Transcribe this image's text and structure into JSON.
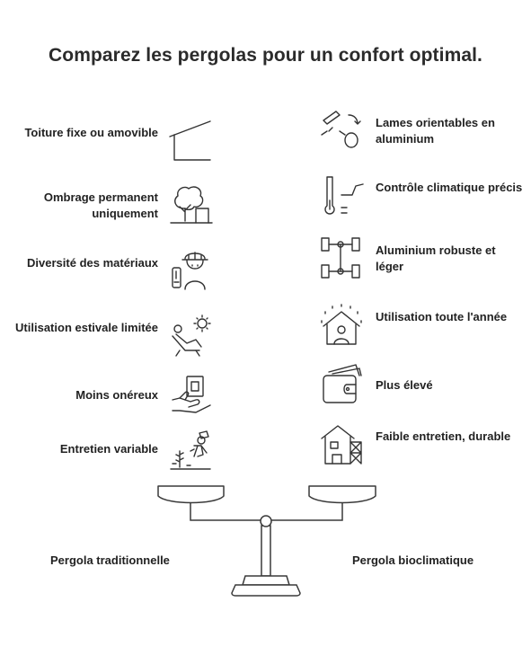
{
  "title": "Comparez les pergolas pour un confort optimal.",
  "left": {
    "heading": "Pergola traditionnelle",
    "items": [
      {
        "label": "Toiture fixe ou amovible",
        "icon": "roof-icon"
      },
      {
        "label": "Ombrage permanent uniquement",
        "icon": "tree-icon"
      },
      {
        "label": "Diversité des matériaux",
        "icon": "worker-icon"
      },
      {
        "label": "Utilisation estivale limitée",
        "icon": "sun-lounger-icon"
      },
      {
        "label": "Moins onéreux",
        "icon": "hand-money-icon"
      },
      {
        "label": "Entretien variable",
        "icon": "gardener-icon"
      }
    ]
  },
  "right": {
    "heading": "Pergola bioclimatique",
    "items": [
      {
        "label": "Lames orientables en aluminium",
        "icon": "rotating-blades-icon"
      },
      {
        "label": "Contrôle climatique précis",
        "icon": "thermometer-icon"
      },
      {
        "label": "Aluminium robuste et léger",
        "icon": "chassis-icon"
      },
      {
        "label": "Utilisation toute l'année",
        "icon": "house-weather-icon"
      },
      {
        "label": "Plus élevé",
        "icon": "wallet-icon"
      },
      {
        "label": "Faible entretien, durable",
        "icon": "building-scaffold-icon"
      }
    ]
  }
}
